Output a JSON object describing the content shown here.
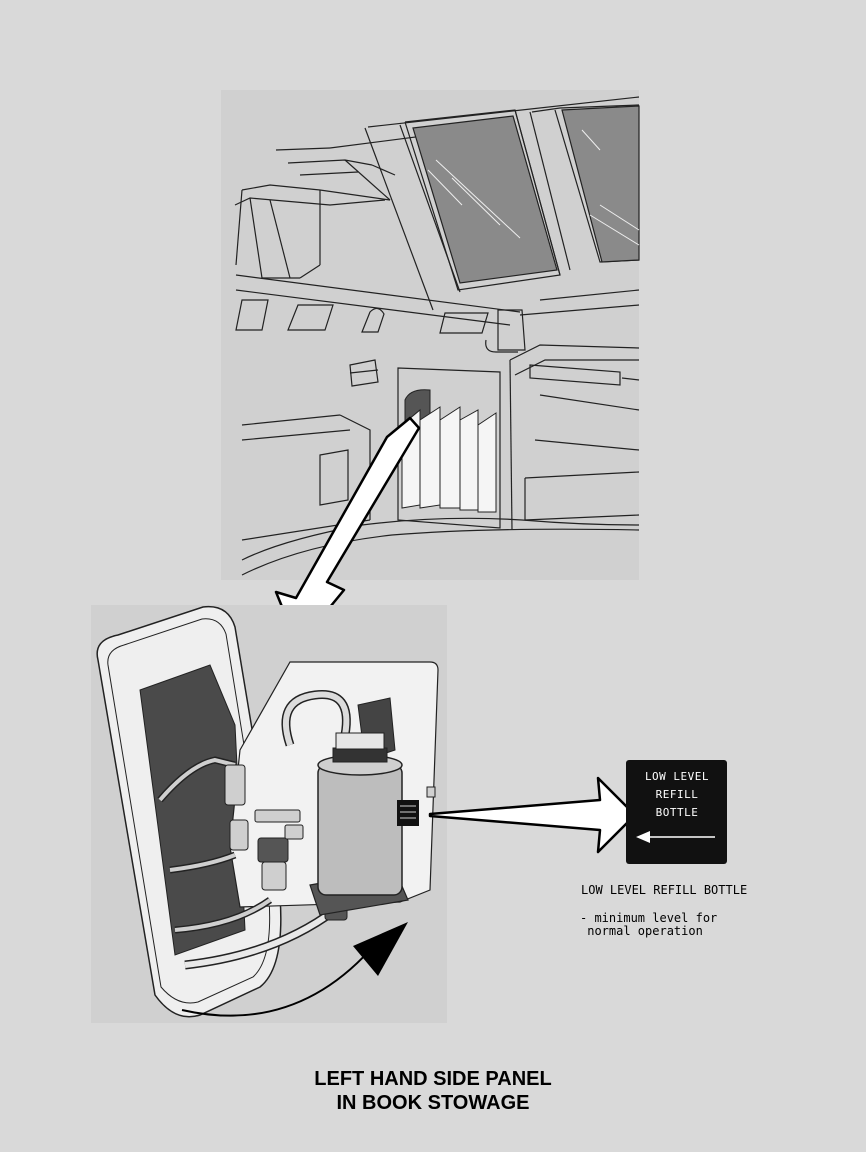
{
  "placard": {
    "line1": "LOW LEVEL",
    "line2": "REFILL",
    "line3": "BOTTLE"
  },
  "captions": {
    "item_title": "LOW LEVEL REFILL BOTTLE",
    "item_note": "- minimum level for\n normal operation"
  },
  "title": {
    "line1": "LEFT HAND SIDE PANEL",
    "line2": "IN BOOK STOWAGE"
  },
  "colors": {
    "background": "#d9d9d9",
    "panel": "#d0d0d0",
    "window": "#8a8a8a",
    "placard": "#111111"
  },
  "icons": [
    "callout-arrow",
    "swing-open-arrow",
    "placard-arrow"
  ]
}
